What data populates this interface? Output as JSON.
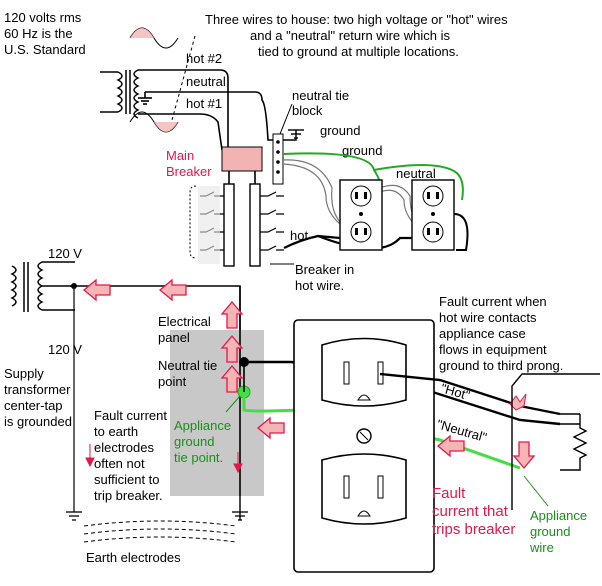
{
  "colors": {
    "hot_wire": "#000000",
    "ground_wire": "#22aa22",
    "fault_arrow": "#f5b5b5",
    "fault_arrow_stroke": "#e4174a",
    "fault_text": "#e4174a",
    "ground_text": "#1a8f1a",
    "panel_fill": "#c8c8c8",
    "breaker_fill": "#f3b3b3"
  },
  "top": {
    "standard": [
      "120 volts rms",
      "60 Hz is the",
      "U.S. Standard"
    ],
    "three_wires": [
      "Three wires to house: two high voltage or \"hot\" wires",
      "and a \"neutral\" return wire which is",
      "tied to ground at multiple locations."
    ],
    "hot2": "hot #2",
    "neutral": "neutral",
    "hot1": "hot #1",
    "neutral_tie": [
      "neutral tie",
      "block"
    ],
    "ground1": "ground",
    "ground2": "ground",
    "main_breaker": [
      "Main",
      "Breaker"
    ],
    "neutral_outlet": "neutral",
    "hot_outlet": "hot",
    "breaker_in_hot": [
      "Breaker in",
      "hot wire."
    ]
  },
  "bottom": {
    "v_top": "120 V",
    "v_bottom": "120 V",
    "supply": [
      "Supply",
      "transformer",
      "center-tap",
      "is grounded"
    ],
    "electrical_panel": [
      "Electrical",
      "panel"
    ],
    "neutral_tie_point": [
      "Neutral tie",
      "point"
    ],
    "fault_earth": [
      "Fault current",
      "to earth",
      "electrodes",
      "often not",
      "sufficient to",
      "trip breaker."
    ],
    "appliance_ground_tie": [
      "Appliance",
      "ground",
      "tie point."
    ],
    "fault_when": [
      "Fault current when",
      "hot wire contacts",
      "appliance case",
      "flows in equipment",
      "ground to third prong."
    ],
    "hot_label": "\"Hot\"",
    "neutral_label": "\"Neutral\"",
    "fault_trips": [
      "Fault",
      "current that",
      "trips breaker"
    ],
    "appliance_ground_wire": [
      "Appliance",
      "ground",
      "wire"
    ],
    "earth_electrodes": "Earth electrodes"
  }
}
